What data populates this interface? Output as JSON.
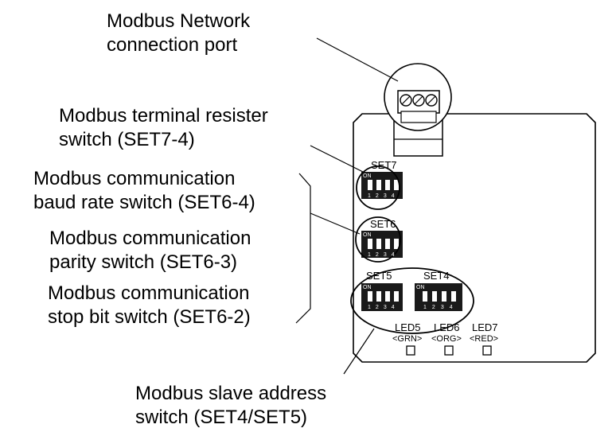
{
  "callouts": {
    "network_port": [
      "Modbus Network",
      "connection port"
    ],
    "terminal_resister": [
      "Modbus terminal resister",
      "switch (SET7-4)"
    ],
    "baud_rate": [
      "Modbus communication",
      "baud rate switch (SET6-4)"
    ],
    "parity": [
      "Modbus communication",
      "parity switch (SET6-3)"
    ],
    "stop_bit": [
      "Modbus communication",
      "stop bit switch (SET6-2)"
    ],
    "slave_address": [
      "Modbus slave address",
      "switch (SET4/SET5)"
    ]
  },
  "switches": {
    "set7": "SET7",
    "set6": "SET6",
    "set5": "SET5",
    "set4": "SET4",
    "on_mark": "ON",
    "positions": [
      "1",
      "2",
      "3",
      "4"
    ]
  },
  "leds": [
    {
      "name": "LED5",
      "color": "<GRN>"
    },
    {
      "name": "LED6",
      "color": "<ORG>"
    },
    {
      "name": "LED7",
      "color": "<RED>"
    }
  ]
}
